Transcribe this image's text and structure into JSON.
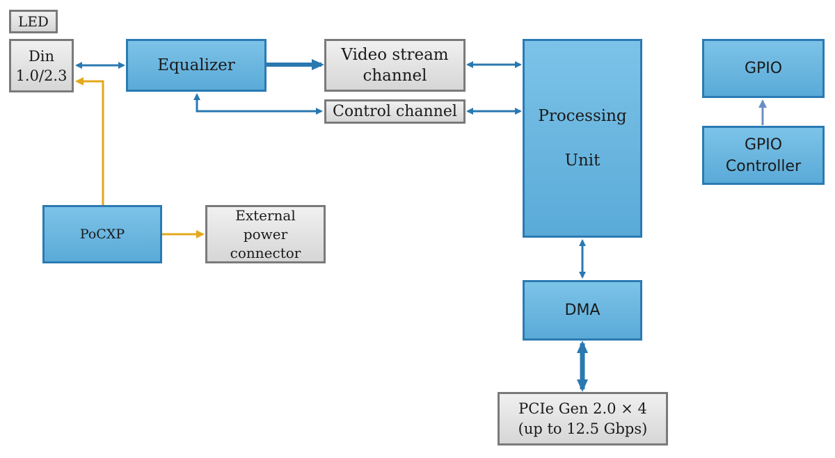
{
  "blocks": {
    "led": "LED",
    "din": "Din\n1.0/2.3",
    "equalizer": "Equalizer",
    "video_stream": "Video stream\nchannel",
    "control_channel": "Control  channel",
    "processing_unit": "Processing\n\nUnit",
    "gpio": "GPIO",
    "gpio_controller": "GPIO\nController",
    "pocxp": "PoCXP",
    "external_power": "External\npower\nconnector",
    "dma": "DMA",
    "pcie": "PCIe Gen 2.0 × 4\n(up to 12.5 Gbps)"
  },
  "colors": {
    "blue_fill": "#6fb8e2",
    "blue_border": "#2b7ab3",
    "gray_fill": "#e2e2e2",
    "gray_border": "#7a7a7a",
    "signal_arrow": "#2a78b0",
    "power_arrow": "#e3a81b",
    "gpio_arrow": "#6b8fc4"
  }
}
